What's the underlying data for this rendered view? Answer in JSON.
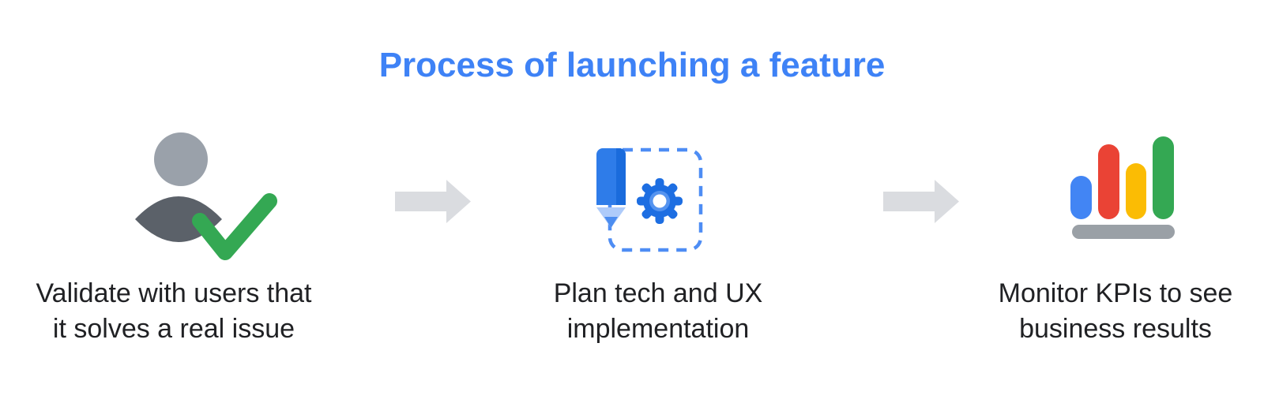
{
  "title": "Process of launching a feature",
  "steps": [
    {
      "icon": "user-check-icon",
      "caption": [
        "Validate with users that",
        "it solves a real issue"
      ]
    },
    {
      "icon": "pencil-gear-icon",
      "caption": [
        "Plan tech and UX",
        "implementation"
      ]
    },
    {
      "icon": "bar-chart-icon",
      "caption": [
        "Monitor KPIs to see",
        "business results"
      ]
    }
  ],
  "colors": {
    "title_blue": "#3E82F6",
    "text_dark": "#202124",
    "arrow_gray": "#DADCE0",
    "person_head": "#9AA1AA",
    "person_body": "#5B6169",
    "check_green": "#34A853",
    "pencil_blue": "#2E7CE9",
    "pencil_blue_dark": "#1A6BDC",
    "pencil_collar": "#AECBFA",
    "pencil_tip": "#4C8DF0",
    "gear_blue": "#1D6EE2",
    "gear_ring": "#5493EF",
    "dashed_border": "#4E8DF4",
    "bar_blue": "#4285F4",
    "bar_red": "#EA4335",
    "bar_yellow": "#FBBC04",
    "bar_green": "#34A853",
    "bar_base": "#9AA0A6"
  }
}
